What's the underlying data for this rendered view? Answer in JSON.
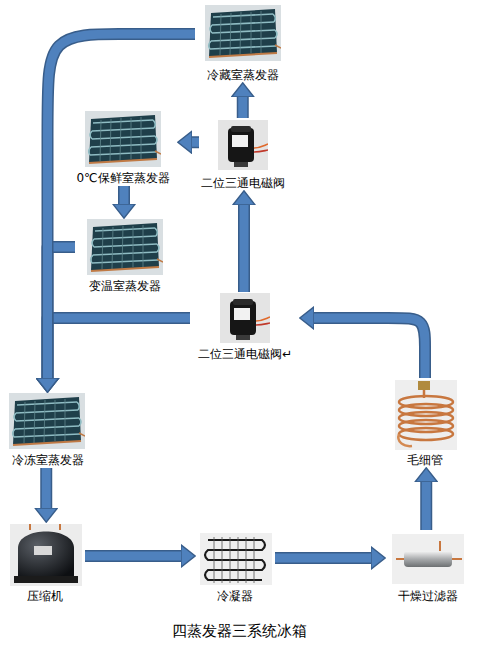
{
  "diagram": {
    "caption": "四蒸发器三系统冰箱",
    "nodes": [
      {
        "text": [
          "冷藏室蒸发器"
        ]
      },
      {
        "text": [
          "0℃保鲜室蒸发器"
        ]
      },
      {
        "text": [
          "二位三通电磁阀"
        ]
      },
      {
        "text": [
          "变温室蒸发器"
        ]
      },
      {
        "text": [
          "二位三通电磁阀↵"
        ]
      },
      {
        "text": [
          "冷冻室蒸发器"
        ]
      },
      {
        "text": [
          "毛细管"
        ]
      },
      {
        "text": [
          "压缩机"
        ]
      },
      {
        "text": [
          "冷凝器"
        ]
      },
      {
        "text": [
          "干燥过滤器"
        ]
      }
    ],
    "edges": [
      {
        "from": 7,
        "to": 8,
        "arrow": "to"
      },
      {
        "from": 8,
        "to": 9,
        "arrow": "to"
      },
      {
        "from": 9,
        "to": 6,
        "arrow": "to"
      },
      {
        "from": 6,
        "to": 4,
        "arrow": "to"
      },
      {
        "from": 4,
        "to": 2,
        "arrow": "to"
      },
      {
        "from": 4,
        "to": 5,
        "arrow": "to"
      },
      {
        "from": 2,
        "to": 0,
        "arrow": "to"
      },
      {
        "from": 2,
        "to": 1,
        "arrow": "to"
      },
      {
        "from": 1,
        "to": 3,
        "arrow": "to"
      },
      {
        "from": 3,
        "to": 5,
        "arrow": "to"
      },
      {
        "from": 0,
        "to": 5,
        "arrow": "to"
      },
      {
        "from": 5,
        "to": 7,
        "arrow": "to"
      }
    ]
  }
}
